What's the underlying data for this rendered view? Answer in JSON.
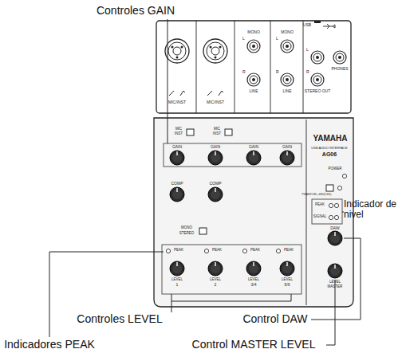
{
  "diagram": {
    "labels": [
      "Controles GAIN",
      "Indicador de nivel",
      "Controles LEVEL",
      "Control DAW",
      "Indicadores PEAK",
      "Control MASTER LEVEL",
      "MIC/INST",
      "MIC/INST",
      "MONO",
      "LINE",
      "MONO",
      "LINE",
      "USB",
      "STEREO OUT",
      "PHONES",
      "MIC",
      "INST",
      "MIC",
      "INST",
      "GAIN",
      "GAIN",
      "GAIN",
      "GAIN",
      "COMP",
      "COMP",
      "MONO",
      "STEREO",
      "YAMAHA",
      "USB AUDIO INTERFACE",
      "AG06",
      "POWER",
      "PHANTOM +48V(CH1)",
      "PEAK",
      "SIGNAL",
      "DAW",
      "PEAK",
      "PEAK",
      "PEAK",
      "PEAK",
      "LEVEL",
      "1",
      "LEVEL",
      "2",
      "LEVEL",
      "3/4",
      "LEVEL",
      "5/6",
      "LEVEL",
      "MASTER",
      "L",
      "R",
      "L",
      "R",
      "L",
      "R"
    ]
  }
}
